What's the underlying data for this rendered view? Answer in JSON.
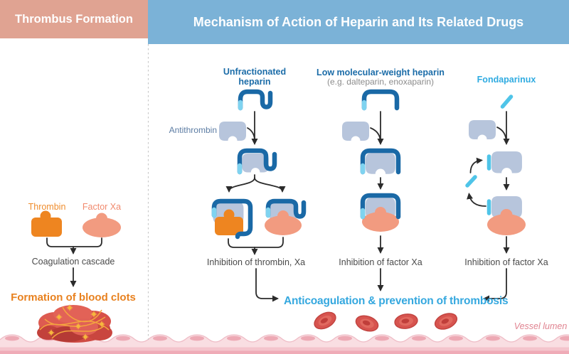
{
  "header": {
    "left": "Thrombus Formation",
    "right": "Mechanism of Action of Heparin and Its Related Drugs"
  },
  "left_panel": {
    "thrombin_label": "Thrombin",
    "factor_xa_label": "Factor Xa",
    "cascade_label": "Coagulation cascade",
    "formation_label": "Formation of blood clots"
  },
  "antithrombin": {
    "label": "Antithrombin"
  },
  "columns": [
    {
      "title": "Unfractionated heparin",
      "result": "Inhibition of thrombin, Xa"
    },
    {
      "title": "Low molecular-weight heparin",
      "subtitle": "(e.g. dalteparin, enoxaparin)",
      "result": "Inhibition of factor Xa"
    },
    {
      "title": "Fondaparinux",
      "result": "Inhibition of factor Xa"
    }
  ],
  "outcome": {
    "label": "Anticoagulation & prevention of thrombosis"
  },
  "vessel": {
    "lumen_label": "Vessel lumen"
  },
  "icons": {
    "unfractionated_heparin": "long-chain-hook",
    "lmw_heparin": "short-chain-hook",
    "fondaparinux": "pentasaccharide-dash",
    "antithrombin": "notched-blob",
    "thrombin": "knobbed-block",
    "factor_xa": "knobbed-oval",
    "red_blood_cell": "biconcave-disc",
    "blood_clot": "fibrin-platelet-mesh"
  },
  "colors": {
    "header_salmon": "#e0a392",
    "header_blue": "#7bb2d7",
    "dark_blue": "#1b6ca8",
    "light_blue": "#2fabe1",
    "heparin_blue": "#1a69a6",
    "heparin_tip": "#7fd3f0",
    "fonda_blue": "#4fc4e8",
    "antithrombin_fill": "#b7c5dc",
    "thrombin_orange": "#ee8520",
    "xa_salmon": "#f29b80",
    "outcome_blue": "#35a8df",
    "text_gray": "#4a4a4a",
    "at_label_blue": "#5c7ca3",
    "thrombin_text": "#ef8d2d",
    "xa_text": "#f18a6e",
    "formation_orange": "#e8811f",
    "lumen_rose": "#e08390",
    "arrow_dark": "#2b2b2b",
    "divider_gray": "#c9c9c9",
    "wall_light": "#f9dee2",
    "wall_mid": "#f4c4cc",
    "wall_dark": "#efabb7",
    "wall_line": "#efbcc6",
    "nucleus_pink": "#eda9b4",
    "rbc_red": "#d7544f",
    "rbc_edge": "#c24440",
    "rbc_dark": "#c03e3a",
    "fibrin_yellow": "#f4a53f",
    "clot_red": "#cf4a43"
  }
}
